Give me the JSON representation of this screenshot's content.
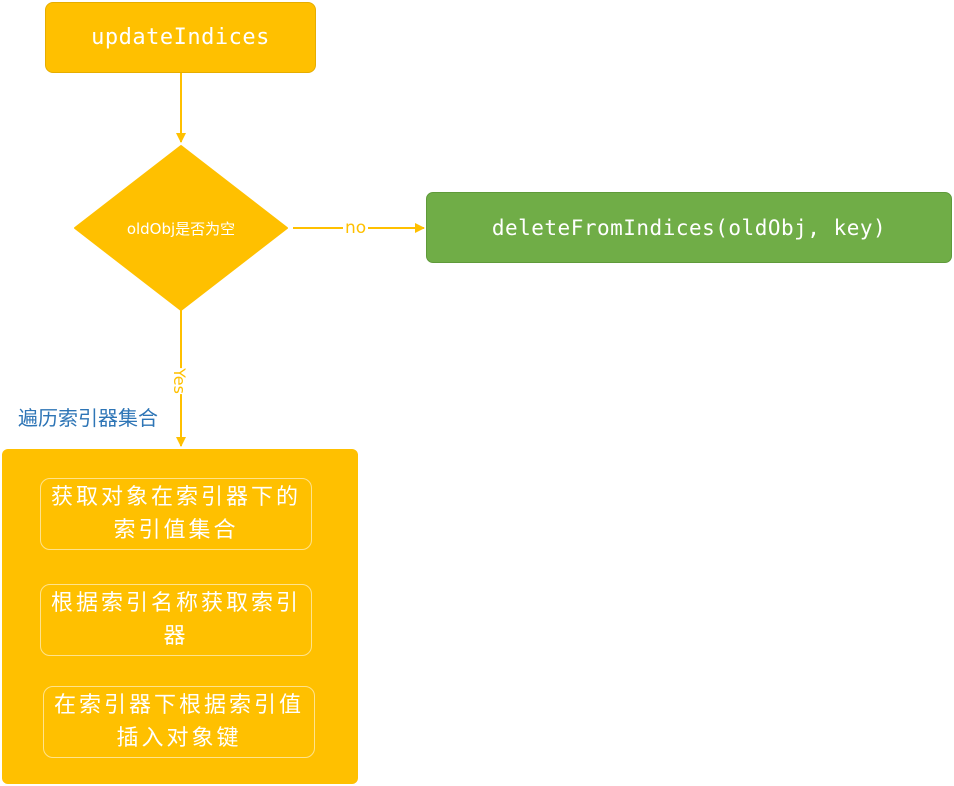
{
  "diagram": {
    "start": {
      "label": "updateIndices"
    },
    "decision": {
      "label": "oldObj是否为空"
    },
    "delete_action": {
      "label": "deleteFromIndices(oldObj, key)"
    },
    "edges": {
      "no_label": "no",
      "yes_label": "Yes"
    },
    "loop": {
      "label": "遍历索引器集合",
      "steps": [
        {
          "label": "获取对象在索引器下的索引值集合"
        },
        {
          "label": "根据索引名称获取索引器"
        },
        {
          "label": "在索引器下根据索引值插入对象键"
        }
      ]
    },
    "colors": {
      "node_fill": "#ffc000",
      "action_fill": "#70ad47",
      "loop_label": "#2e75b6",
      "connector": "#ffc000"
    }
  }
}
